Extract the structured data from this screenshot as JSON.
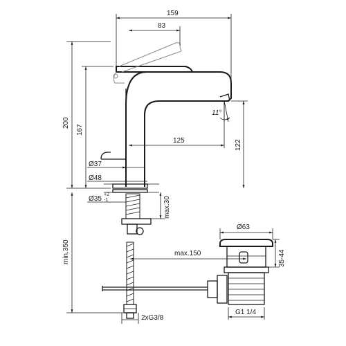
{
  "dimensions": {
    "overall_width": "159",
    "lever_length": "83",
    "overall_height": "200",
    "spout_height": "167",
    "spout_reach": "125",
    "under_spout_height": "122",
    "flow_angle": "11°",
    "body_diameter": "Ø37",
    "base_diameter": "Ø48",
    "hole_diameter": "Ø35",
    "hole_tolerance": "+2",
    "hole_tolerance_neg": "-1",
    "max_deck_thickness": "max.30",
    "min_hose_length": "min.350",
    "max_waste_offset": "max.150",
    "waste_diameter": "Ø63",
    "waste_plug_range": "35-44",
    "hose_connection": "2xG3/8",
    "waste_thread": "G1 1/4"
  },
  "colors": {
    "line": "#1a1a1a",
    "ghost_lever": "#8a8a8a",
    "background": "#ffffff"
  }
}
